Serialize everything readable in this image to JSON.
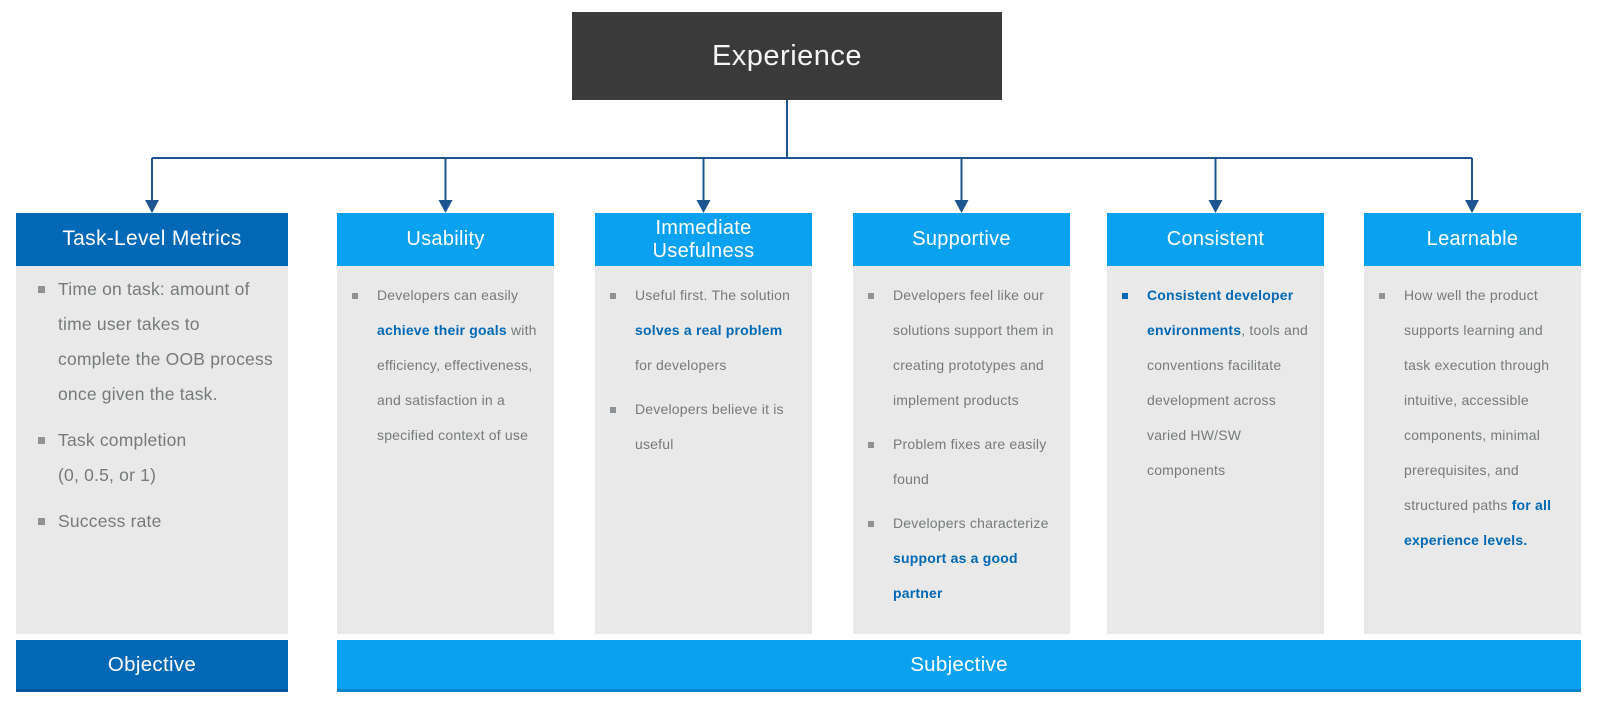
{
  "root": {
    "title": "Experience"
  },
  "colors": {
    "dark_box": "#3a3a3a",
    "primary_blue": "#0068b5",
    "light_blue": "#0ba1f1",
    "connector": "#1d5591",
    "body_bg": "#e9e9e9",
    "body_text": "#767a7c",
    "em_blue": "#0068b5",
    "marker_gray": "#8f9294",
    "header_text": "#ffffff"
  },
  "footer": {
    "objective_label": "Objective",
    "subjective_label": "Subjective"
  },
  "columns": [
    {
      "header": "Task-Level Metrics",
      "bullets": [
        {
          "segments": [
            {
              "t": "Time on task:  amount of time user takes to complete the OOB process once given the task.",
              "em": false
            }
          ]
        },
        {
          "segments": [
            {
              "t": "Task completion\n(0, 0.5, or 1)",
              "em": false
            }
          ]
        },
        {
          "segments": [
            {
              "t": "Success rate",
              "em": false
            }
          ]
        }
      ]
    },
    {
      "header": "Usability",
      "bullets": [
        {
          "segments": [
            {
              "t": "Developers can easily ",
              "em": false
            },
            {
              "t": "achieve their goals",
              "em": true
            },
            {
              "t": " with efficiency, effectiveness, and satisfaction in a specified context of use",
              "em": false
            }
          ]
        }
      ]
    },
    {
      "header": "Immediate\nUsefulness",
      "bullets": [
        {
          "segments": [
            {
              "t": "Useful first. The solution ",
              "em": false
            },
            {
              "t": "solves a real problem",
              "em": true
            },
            {
              "t": " for developers",
              "em": false
            }
          ]
        },
        {
          "segments": [
            {
              "t": "Developers believe it is useful",
              "em": false
            }
          ]
        }
      ]
    },
    {
      "header": "Supportive",
      "bullets": [
        {
          "segments": [
            {
              "t": "Developers feel like our solutions support them in creating prototypes and implement products",
              "em": false
            }
          ]
        },
        {
          "segments": [
            {
              "t": "Problem fixes are easily found",
              "em": false
            }
          ]
        },
        {
          "segments": [
            {
              "t": "Developers characterize ",
              "em": false
            },
            {
              "t": "support as a good partner",
              "em": true
            }
          ]
        }
      ]
    },
    {
      "header": "Consistent",
      "bullets": [
        {
          "marker": "em",
          "segments": [
            {
              "t": "Consistent developer environments",
              "em": true
            },
            {
              "t": ", tools and conventions facilitate development across varied HW/SW components",
              "em": false
            }
          ]
        }
      ]
    },
    {
      "header": "Learnable",
      "bullets": [
        {
          "segments": [
            {
              "t": "How well the product supports learning and task execution through intuitive, accessible components, minimal prerequisites, and structured paths ",
              "em": false
            },
            {
              "t": "for all experience levels.",
              "em": true
            }
          ]
        }
      ]
    }
  ]
}
